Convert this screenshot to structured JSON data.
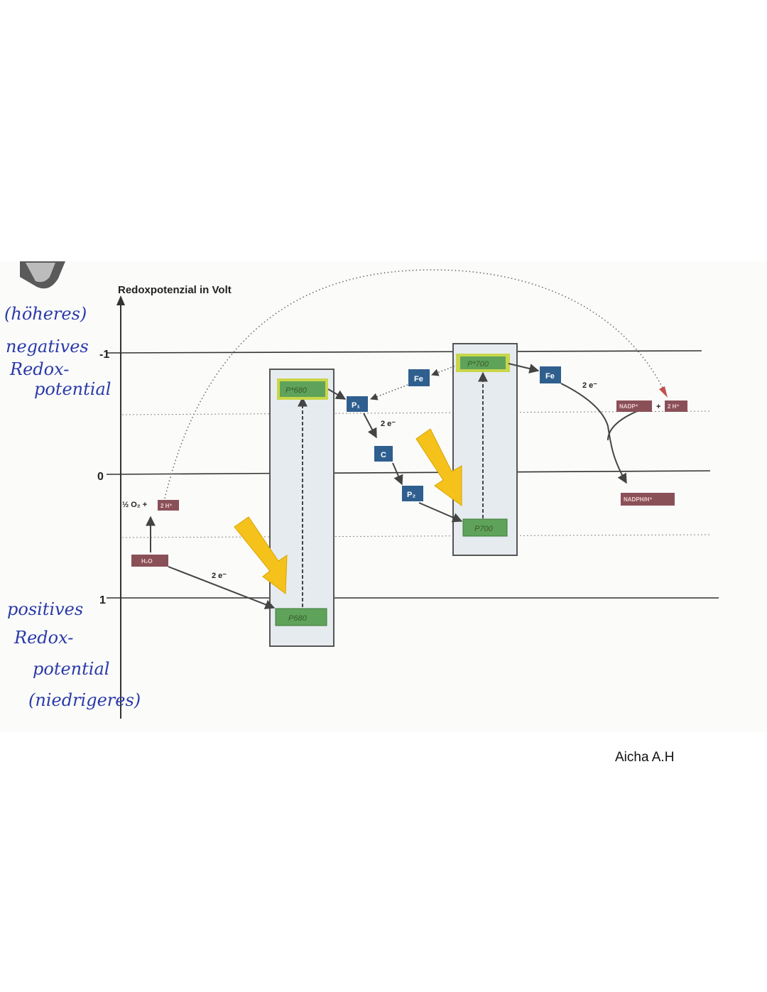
{
  "axis": {
    "title": "Redoxpotenzial in Volt",
    "tick_neg1": "-1",
    "tick_0": "0",
    "tick_1": "1"
  },
  "labels": {
    "water": "H₂O",
    "half_oxygen": "½ O₂ +",
    "two_h_left": "2 H⁺",
    "two_e_left": "2 e⁻",
    "ps2_top": "P*680",
    "ps2_bottom": "P680",
    "p1": "P₁",
    "two_e_mid": "2 e⁻",
    "c": "C",
    "p2": "P₂",
    "fe_left": "Fe",
    "ps1_top": "P*700",
    "ps1_bottom": "P700",
    "fe_right": "Fe",
    "two_e_right": "2 e⁻",
    "nadp": "NADP⁺",
    "plus": "+",
    "two_h_right": "2 H⁺",
    "nadph": "NADPH/H⁺"
  },
  "handwriting": {
    "top_line1": "(höheres)",
    "top_line2": "negatives",
    "top_line3": "Redox-",
    "top_line4": "potential",
    "bottom_line1": "positives",
    "bottom_line2": "Redox-",
    "bottom_line3": "potential",
    "bottom_line4": "(niedrigeres)"
  },
  "signature": "Aicha A.H",
  "colors": {
    "green_box": "#5fa35a",
    "blue_box": "#2f5f8f",
    "brown_box": "#8a5058",
    "yellow_arrow": "#f5c21b",
    "panel": "#e6ebef",
    "handwriting": "#2a3aa8",
    "highlight": "#c9d64a"
  }
}
